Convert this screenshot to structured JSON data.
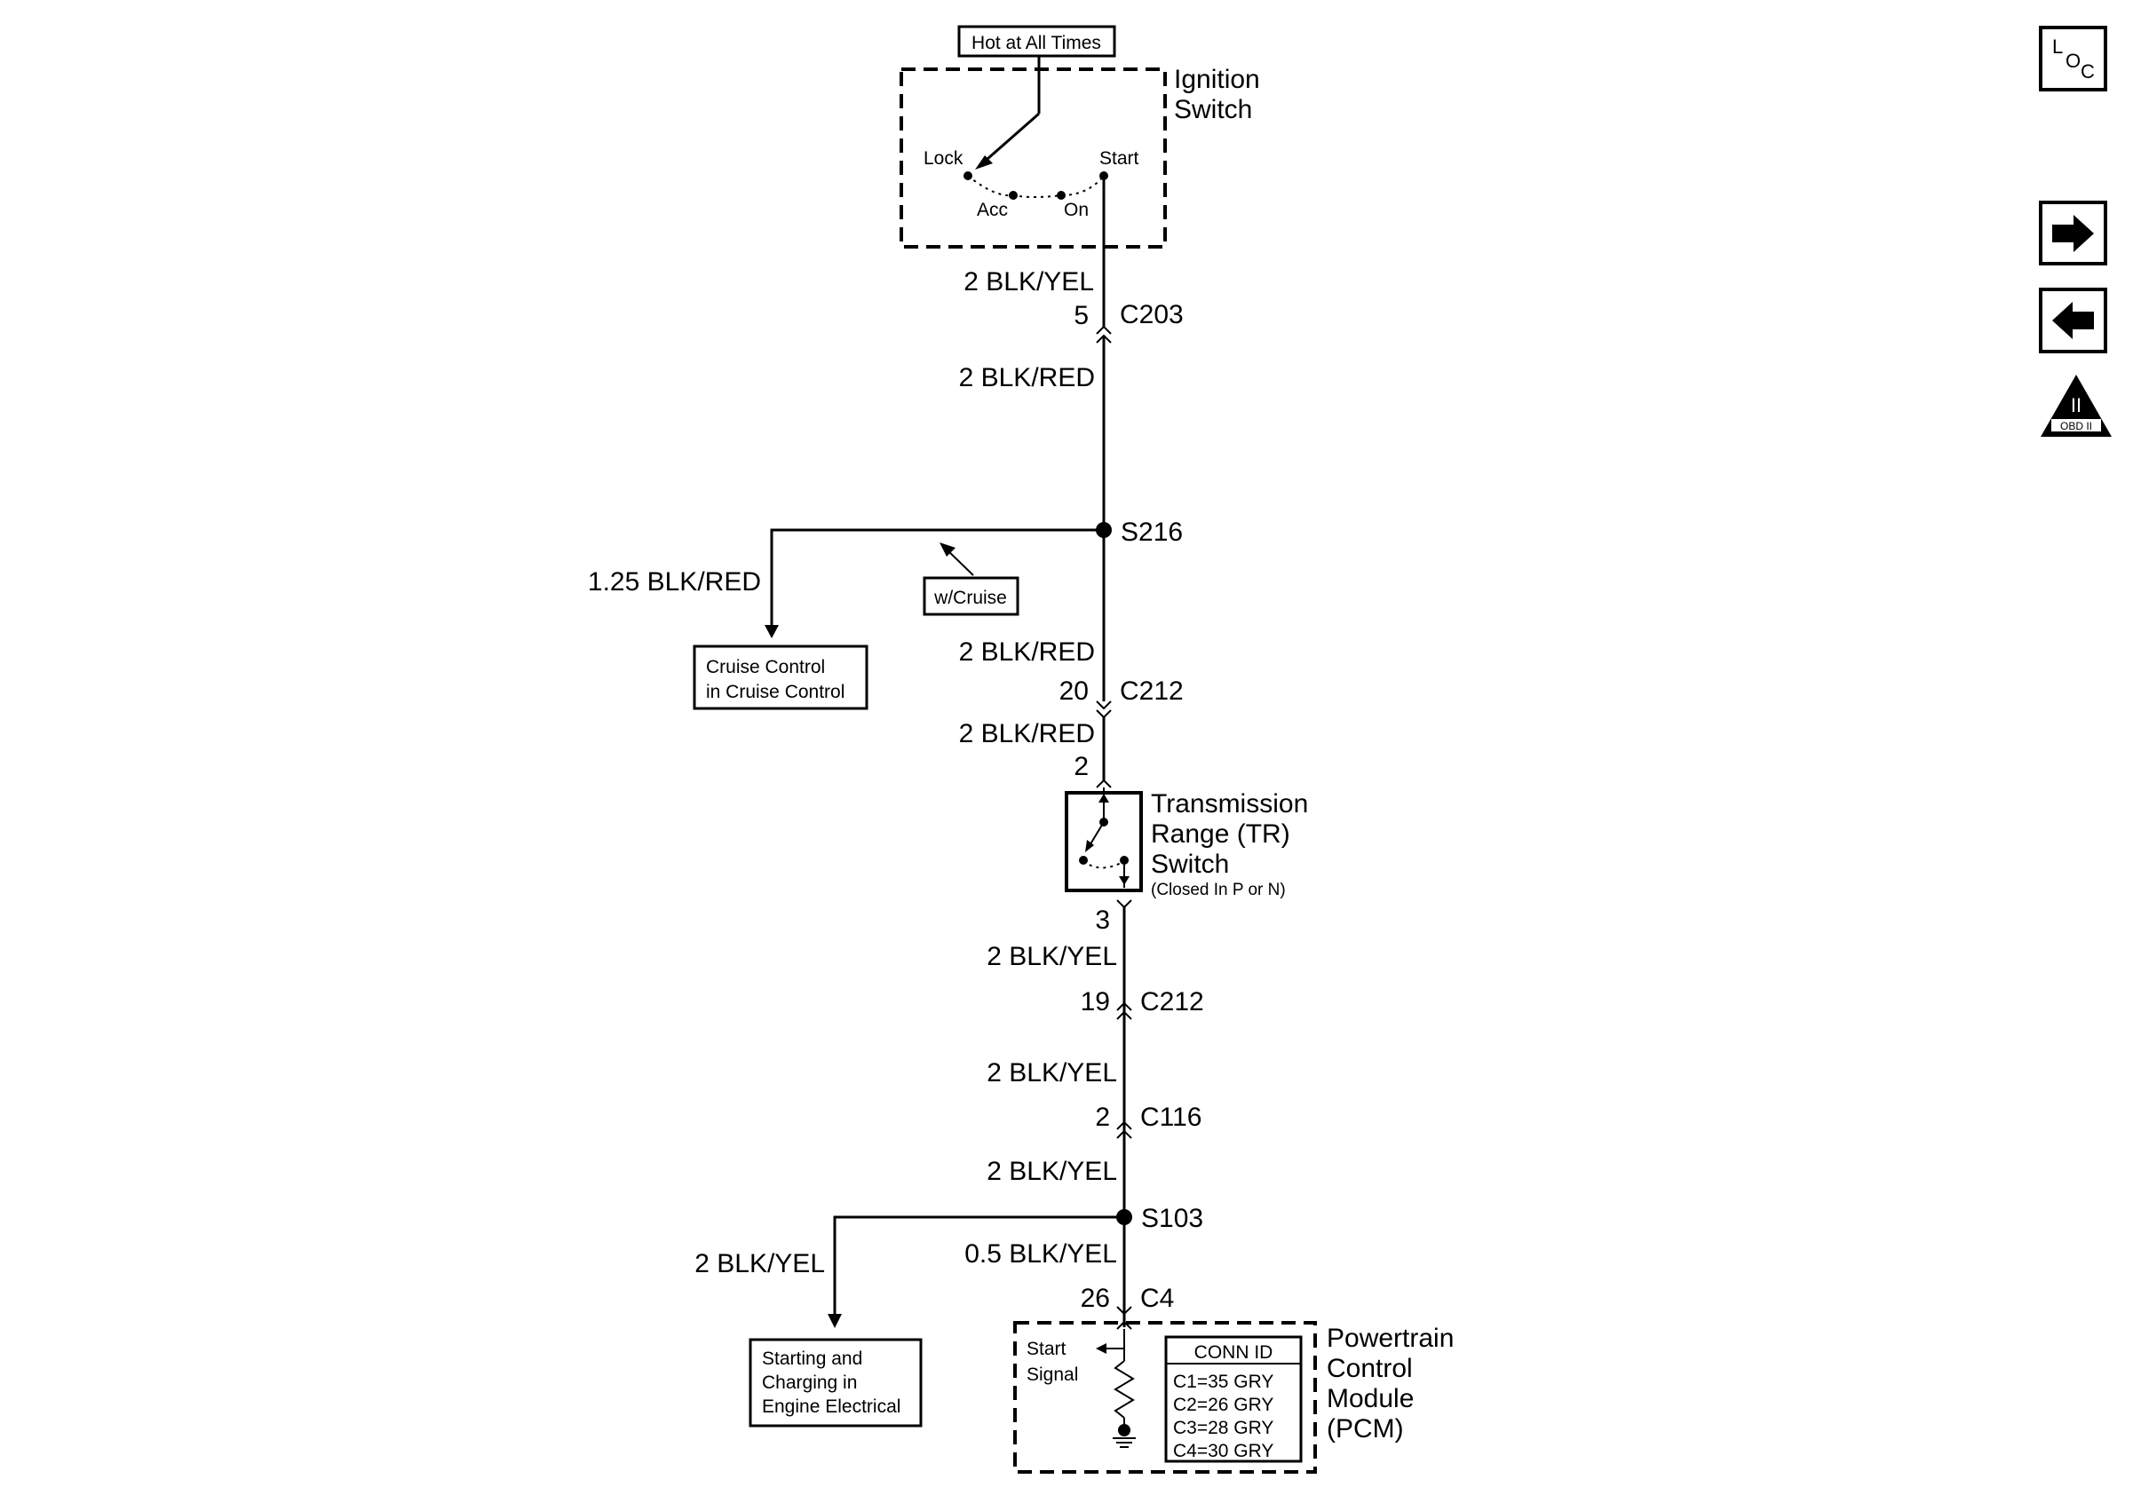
{
  "hot_label": "Hot at All Times",
  "ignition_switch": {
    "title_line1": "Ignition",
    "title_line2": "Switch",
    "positions": {
      "lock": "Lock",
      "acc": "Acc",
      "on": "On",
      "start": "Start"
    }
  },
  "wires": {
    "w1": "2 BLK/YEL",
    "w2": "2 BLK/RED",
    "w_cruise": "1.25 BLK/RED",
    "w3": "2 BLK/RED",
    "w4": "2 BLK/RED",
    "w5": "2 BLK/YEL",
    "w6": "2 BLK/YEL",
    "w7": "2 BLK/YEL",
    "w_start": "2 BLK/YEL",
    "w8": "0.5 BLK/YEL"
  },
  "connectors": {
    "c203": {
      "name": "C203",
      "pin": "5"
    },
    "c212_top": {
      "name": "C212",
      "pin": "20"
    },
    "tr_in_pin": "2",
    "tr_out_pin": "3",
    "c212_bottom": {
      "name": "C212",
      "pin": "19"
    },
    "c116": {
      "name": "C116",
      "pin": "2"
    },
    "c4": {
      "name": "C4",
      "pin": "26"
    }
  },
  "splices": {
    "s216": "S216",
    "s103": "S103"
  },
  "option_label": "w/Cruise",
  "refs": {
    "cruise_line1": "Cruise Control",
    "cruise_line2": "in Cruise Control",
    "starting_line1": "Starting and",
    "starting_line2": "Charging in",
    "starting_line3": "Engine Electrical"
  },
  "tr_switch": {
    "line1": "Transmission",
    "line2": "Range (TR)",
    "line3": "Switch",
    "note": "(Closed In P or N)"
  },
  "pcm": {
    "line1": "Powertrain",
    "line2": "Control",
    "line3": "Module",
    "line4": "(PCM)",
    "signal_line1": "Start",
    "signal_line2": "Signal",
    "conn_id_title": "CONN ID",
    "conn_ids": [
      "C1=35 GRY",
      "C2=26 GRY",
      "C3=28 GRY",
      "C4=30 GRY"
    ]
  },
  "toolbar": {
    "loc_l": "L",
    "loc_o": "O",
    "loc_c": "C",
    "obd_numeral": "II",
    "obd_label": "OBD II"
  }
}
